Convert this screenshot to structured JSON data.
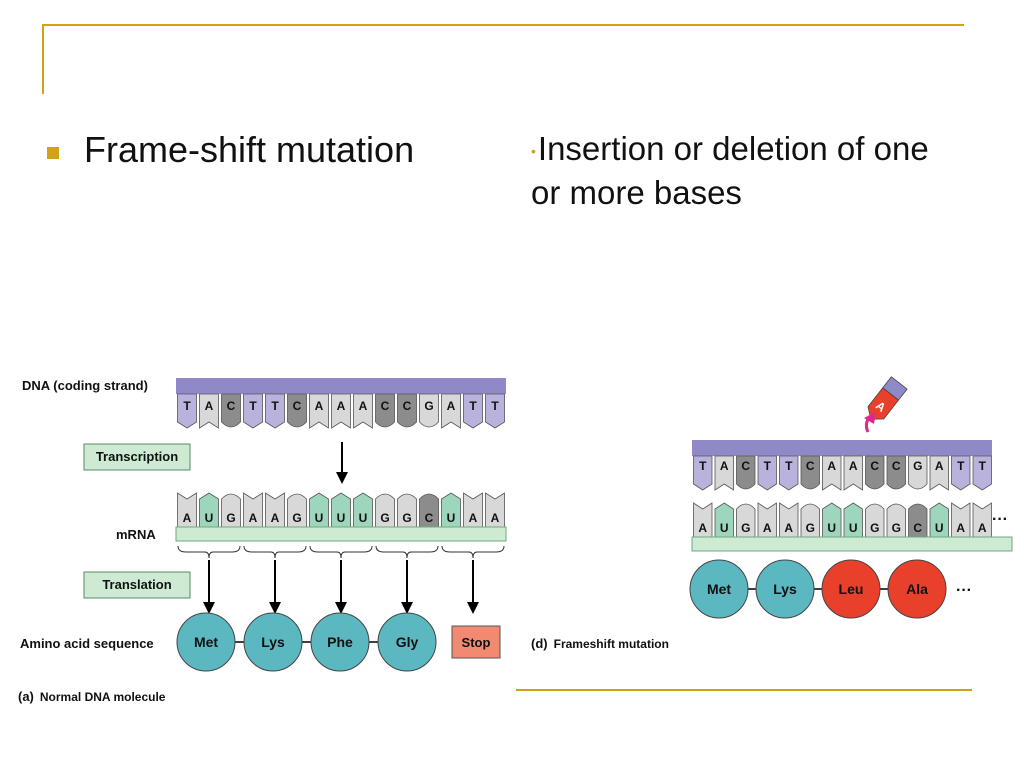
{
  "slide": {
    "heading": "Frame-shift mutation",
    "description_bullet": "•",
    "description": "Insertion or deletion of one or more bases"
  },
  "panel_a": {
    "dna_label": "DNA (coding strand)",
    "dna_bases": [
      "T",
      "A",
      "C",
      "T",
      "T",
      "C",
      "A",
      "A",
      "A",
      "C",
      "C",
      "G",
      "A",
      "T",
      "T"
    ],
    "transcription_label": "Transcription",
    "mrna_label": "mRNA",
    "mrna_bases": [
      "A",
      "U",
      "G",
      "A",
      "A",
      "G",
      "U",
      "U",
      "U",
      "G",
      "G",
      "C",
      "U",
      "A",
      "A"
    ],
    "translation_label": "Translation",
    "amino_acid_label": "Amino acid sequence",
    "amino_acids": [
      "Met",
      "Lys",
      "Phe",
      "Gly"
    ],
    "stop_label": "Stop",
    "caption_letter": "(a)",
    "caption": "Normal DNA molecule"
  },
  "panel_d": {
    "inserted_base": "A",
    "dna_bases": [
      "T",
      "A",
      "C",
      "T",
      "T",
      "C",
      "A",
      "A",
      "C",
      "C",
      "G",
      "A",
      "T",
      "T"
    ],
    "mrna_bases": [
      "A",
      "U",
      "G",
      "A",
      "A",
      "G",
      "U",
      "U",
      "G",
      "G",
      "C",
      "U",
      "A",
      "A"
    ],
    "mrna_ellipsis": "···",
    "amino_acids": [
      "Met",
      "Lys",
      "Leu",
      "Ala"
    ],
    "amino_ellipsis": "···",
    "caption_letter": "(d)",
    "caption": "Frameshift mutation"
  },
  "colors": {
    "accent": "#d4a017",
    "dna_strand": "#8f89c8",
    "mrna_strand": "#cdebd2",
    "purine": "#d8d8d8",
    "cytosine": "#8c8c8c",
    "thymine": "#b9b2dc",
    "uracil": "#9ed6bd",
    "amino_normal": "#5bb8c0",
    "amino_mutant": "#e8402a",
    "stop": "#f28a72",
    "label_box": "#cdebd2"
  }
}
